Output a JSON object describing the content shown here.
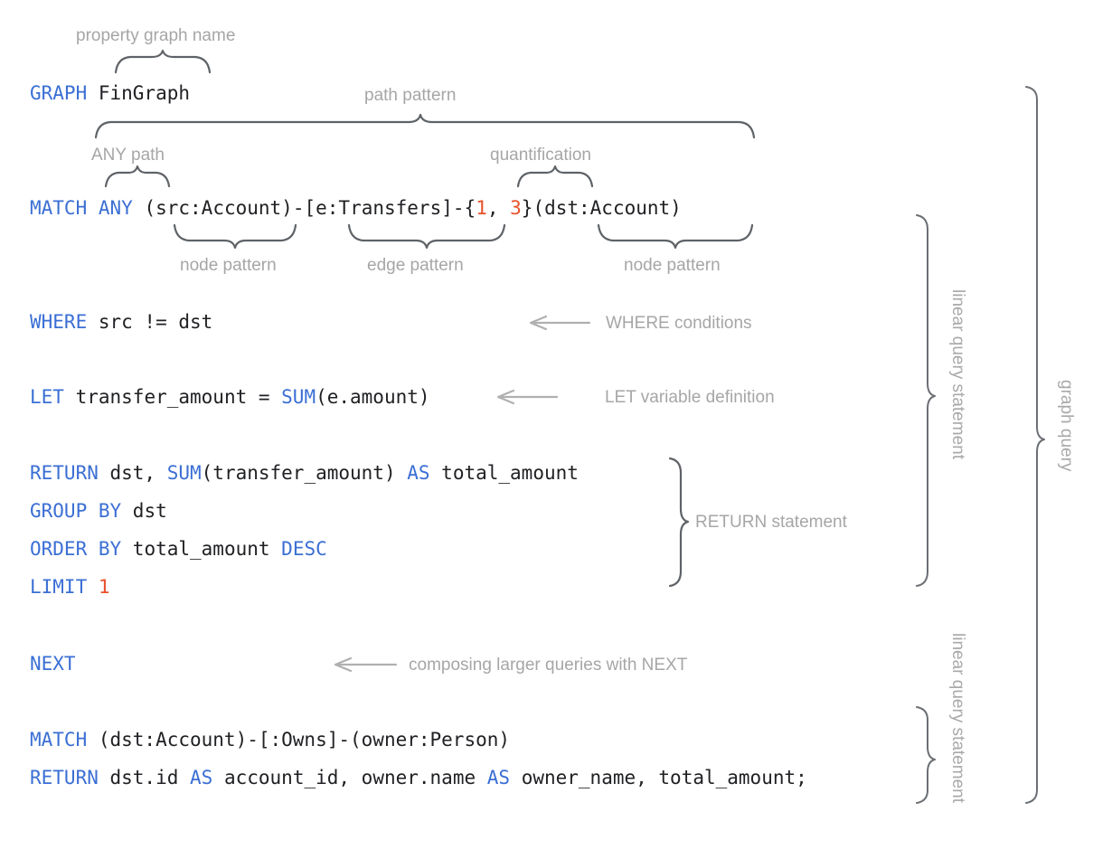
{
  "diagram": {
    "title": "GQL graph query annotated breakdown",
    "colors": {
      "keyword": "#3b6fd4",
      "identifier": "#202124",
      "number": "#e8512a",
      "annotation": "#a6a6a6",
      "brace": "#5f6368",
      "arrow": "#b0b0b0",
      "background": "#ffffff"
    }
  },
  "code": {
    "line1": {
      "kw": "GRAPH",
      "rest": " FinGraph"
    },
    "line2": {
      "kw1": "MATCH",
      "kw2": "ANY",
      "node_src": "(src:Account)",
      "dash1": "-",
      "edge": "[e:Transfers]",
      "dash2": "-",
      "quant_open": "{",
      "quant_lo": "1",
      "quant_sep": ", ",
      "quant_hi": "3",
      "quant_close": "}",
      "node_dst": "(dst:Account)"
    },
    "line3": {
      "kw": "WHERE",
      "rest": " src != dst"
    },
    "line4": {
      "kw": "LET",
      "mid": " transfer_amount = ",
      "fn": "SUM",
      "rest": "(e.amount)"
    },
    "line5": {
      "kw": "RETURN",
      "mid": " dst, ",
      "fn": "SUM",
      "args": "(transfer_amount) ",
      "kw2": "AS",
      "rest": " total_amount"
    },
    "line6": {
      "kw": "GROUP BY",
      "rest": " dst"
    },
    "line7": {
      "kw": "ORDER BY",
      "mid": " total_amount ",
      "kw2": "DESC"
    },
    "line8": {
      "kw": "LIMIT",
      "num": "1"
    },
    "line9": {
      "kw": "NEXT"
    },
    "line10": {
      "kw": "MATCH",
      "rest": " (dst:Account)-[:Owns]-(owner:Person)"
    },
    "line11": {
      "kw": "RETURN",
      "p1": " dst.id ",
      "kw2": "AS",
      "p2": " account_id, owner.name ",
      "kw3": "AS",
      "p3": " owner_name, total_amount;"
    }
  },
  "annotations": {
    "property_graph_name": "property graph name",
    "path_pattern": "path pattern",
    "any_path": "ANY path",
    "quantification": "quantification",
    "node_pattern_left": "node pattern",
    "edge_pattern": "edge pattern",
    "node_pattern_right": "node pattern",
    "where_conditions": "WHERE conditions",
    "let_variable_definition": "LET variable definition",
    "return_statement": "RETURN statement",
    "composing_with_next": "composing larger queries with NEXT",
    "linear_query_statement_1": "linear query statement",
    "linear_query_statement_2": "linear query statement",
    "graph_query": "graph query"
  }
}
